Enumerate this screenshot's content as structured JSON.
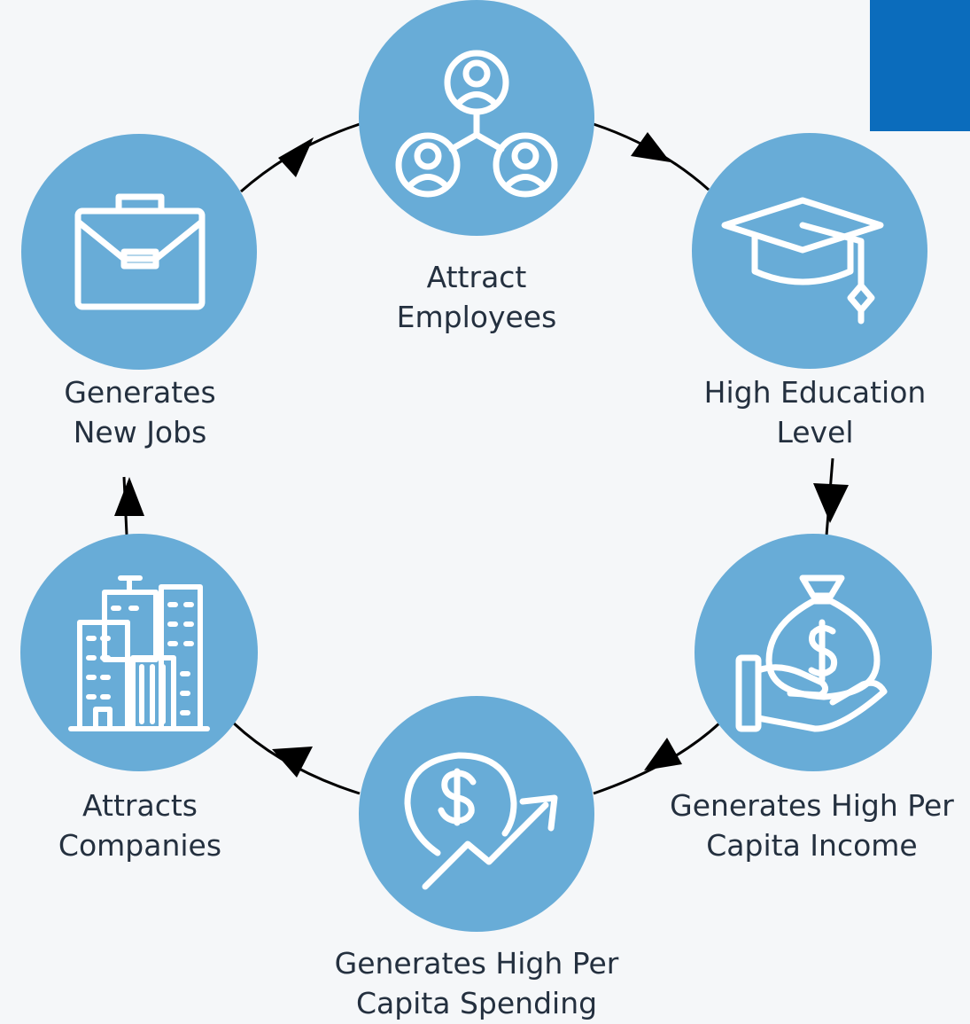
{
  "colors": {
    "circle": "#68acd7",
    "background": "#f5f7f9",
    "arrow": "#000000",
    "text": "#24303f",
    "accent": "#0b6cbc",
    "icon": "#ffffff"
  },
  "steps": [
    {
      "id": "attract-employees",
      "icon": "people-network-icon",
      "label_lines": [
        "Attract",
        "Employees"
      ]
    },
    {
      "id": "high-education-level",
      "icon": "graduation-cap-icon",
      "label_lines": [
        "High Education",
        "Level"
      ]
    },
    {
      "id": "per-capita-income",
      "icon": "money-bag-hand-icon",
      "label_lines": [
        "Generates High Per",
        "Capita Income"
      ]
    },
    {
      "id": "per-capita-spending",
      "icon": "dollar-growth-icon",
      "label_lines": [
        "Generates High Per",
        "Capita Spending"
      ]
    },
    {
      "id": "attracts-companies",
      "icon": "buildings-icon",
      "label_lines": [
        "Attracts",
        "Companies"
      ]
    },
    {
      "id": "new-jobs",
      "icon": "briefcase-icon",
      "label_lines": [
        "Generates",
        "New Jobs"
      ]
    }
  ]
}
